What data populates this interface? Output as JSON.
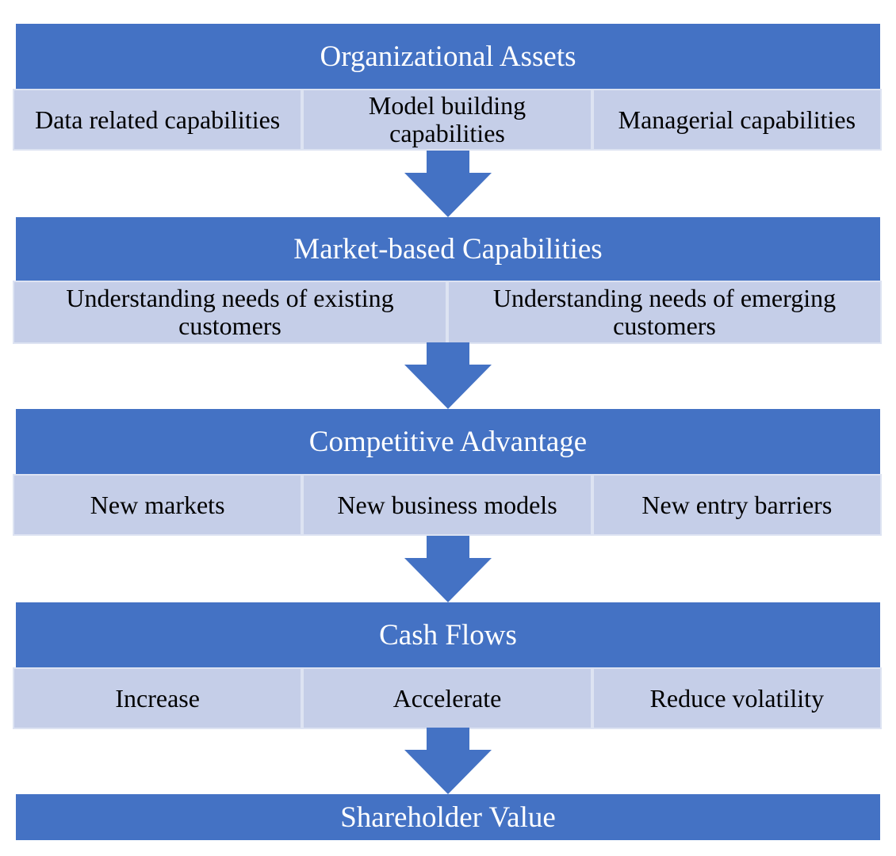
{
  "colors": {
    "header_fill": "#4472c4",
    "header_text": "#ffffff",
    "cell_fill": "#c5cee8",
    "cell_border": "#dde3f2",
    "arrow_fill": "#4472c4"
  },
  "stages": [
    {
      "title": "Organizational Assets",
      "items": [
        "Data related capabilities",
        "Model building capabilities",
        "Managerial capabilities"
      ]
    },
    {
      "title": "Market-based Capabilities",
      "items": [
        "Understanding needs of existing customers",
        "Understanding needs of emerging customers"
      ]
    },
    {
      "title": "Competitive Advantage",
      "items": [
        "New markets",
        "New business models",
        "New entry barriers"
      ]
    },
    {
      "title": "Cash Flows",
      "items": [
        "Increase",
        "Accelerate",
        "Reduce volatility"
      ]
    },
    {
      "title": "Shareholder Value",
      "items": []
    }
  ]
}
